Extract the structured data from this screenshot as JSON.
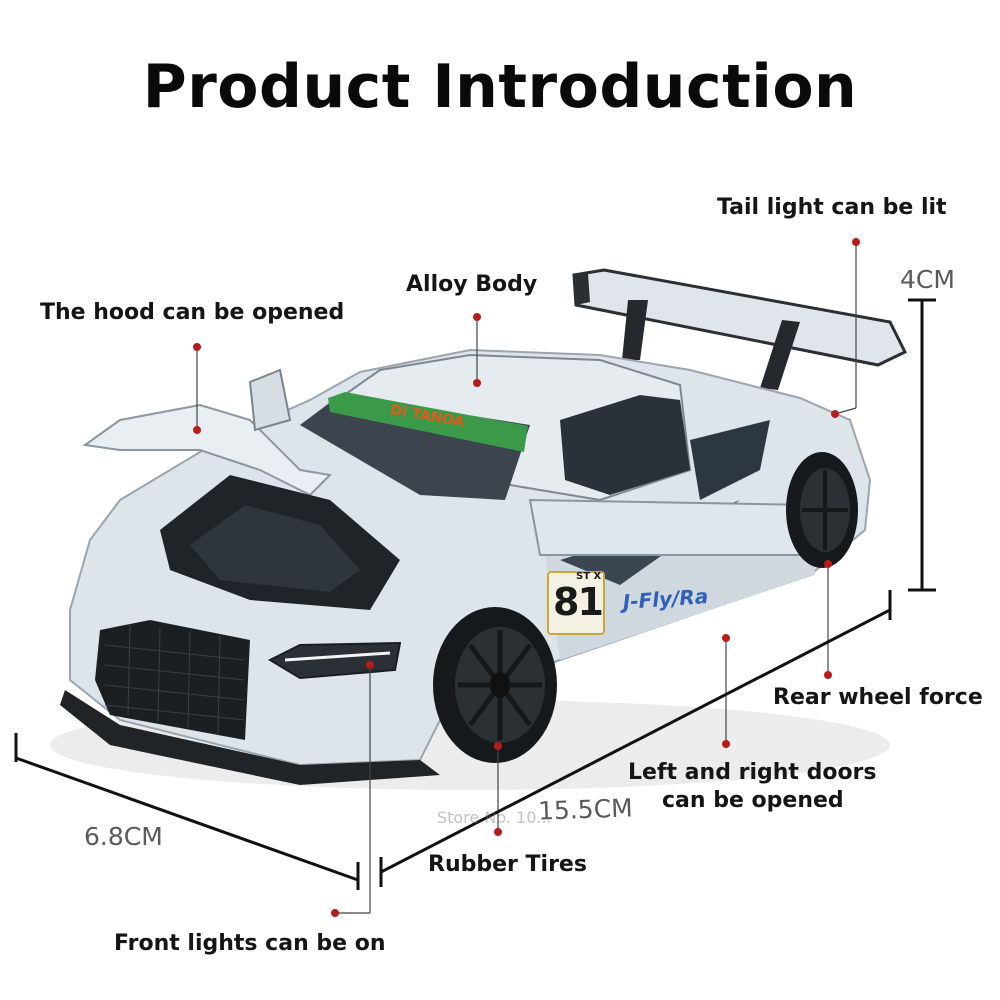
{
  "title": "Product Introduction",
  "callouts": {
    "tail_light": "Tail light can be lit",
    "alloy_body": "Alloy Body",
    "hood": "The hood can be opened",
    "rear_wheel": "Rear wheel force",
    "doors_line1": "Left and right doors",
    "doors_line2": "can be opened",
    "rubber_tires": "Rubber Tires",
    "front_lights": "Front lights can be on"
  },
  "dimensions": {
    "height": "4CM",
    "width": "6.8CM",
    "length": "15.5CM"
  },
  "car_decals": {
    "race_number": "81",
    "badge": "ST X",
    "side_text": "J-Fly/Ra",
    "windshield_banner": "Di TANOA"
  },
  "watermark": "Store No. 10..."
}
